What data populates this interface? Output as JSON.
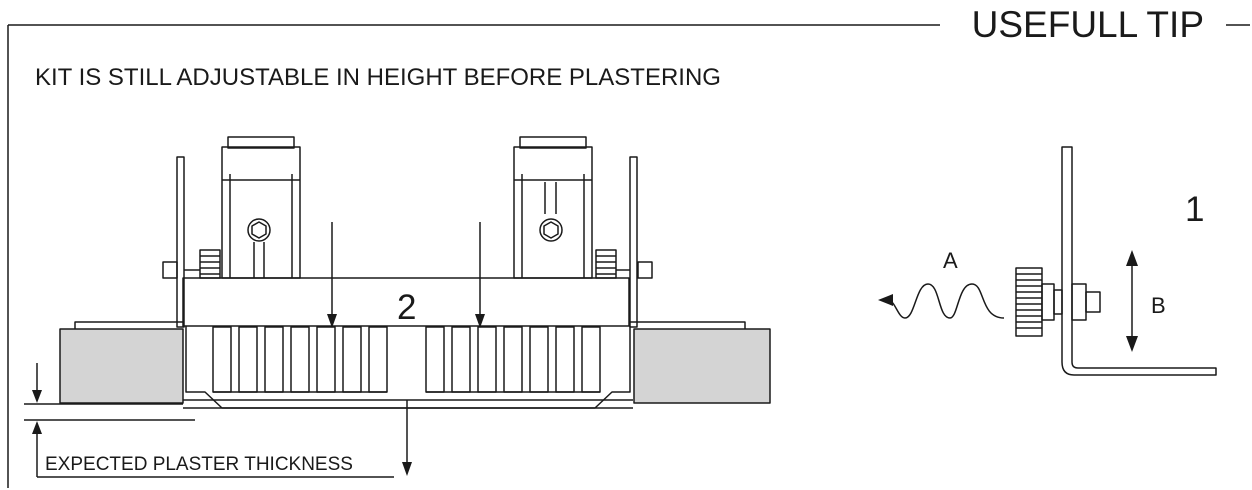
{
  "header": {
    "title": "USEFULL TIP",
    "subtitle": "KIT IS STILL ADJUSTABLE IN HEIGHT BEFORE PLASTERING"
  },
  "labels": {
    "step_1": "1",
    "step_2": "2",
    "arrow_a": "A",
    "arrow_b": "B",
    "plaster_note": "EXPECTED PLASTER THICKNESS"
  },
  "colors": {
    "line": "#1a1a1a",
    "wall_fill": "#d4d4d4",
    "background": "#ffffff"
  }
}
